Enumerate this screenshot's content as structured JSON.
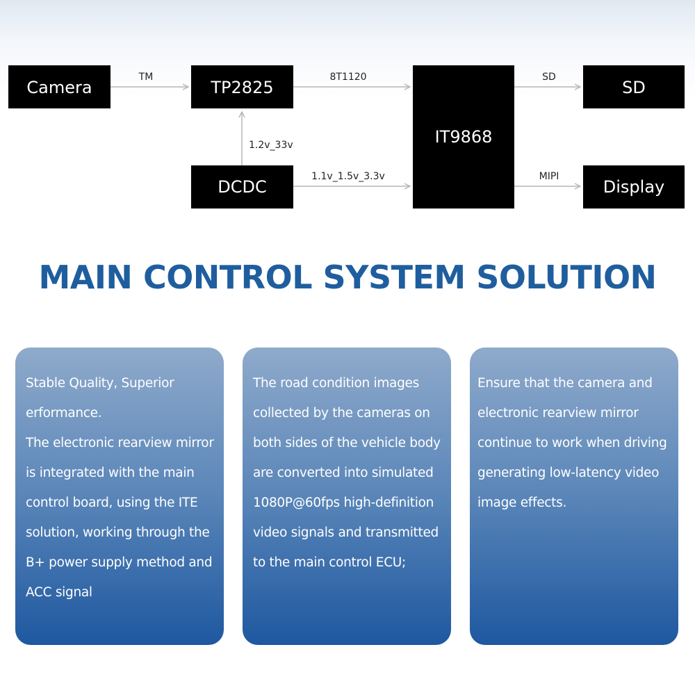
{
  "colors": {
    "title": "#1f5e9e",
    "node_fill": "#000000",
    "edge": "#b5b5b5",
    "card_top": "#8faacb",
    "card_bottom": "#1e58a0"
  },
  "diagram": {
    "nodes": [
      {
        "id": "camera",
        "label": "Camera"
      },
      {
        "id": "tp2825",
        "label": "TP2825"
      },
      {
        "id": "dcdc",
        "label": "DCDC"
      },
      {
        "id": "it9868",
        "label": "IT9868"
      },
      {
        "id": "sd",
        "label": "SD"
      },
      {
        "id": "display",
        "label": "Display"
      }
    ],
    "edges": [
      {
        "from": "camera",
        "to": "tp2825",
        "label": "TM"
      },
      {
        "from": "tp2825",
        "to": "it9868",
        "label": "8T1120"
      },
      {
        "from": "dcdc",
        "to": "tp2825",
        "label": "1.2v_33v"
      },
      {
        "from": "dcdc",
        "to": "it9868",
        "label": "1.1v_1.5v_3.3v"
      },
      {
        "from": "it9868",
        "to": "sd",
        "label": "SD"
      },
      {
        "from": "it9868",
        "to": "display",
        "label": "MIPI"
      }
    ]
  },
  "title": "MAIN CONTROL SYSTEM SOLUTION",
  "cards": [
    {
      "lines": [
        "Stable Quality, Superior",
        "erformance.",
        "The electronic rearview mirror",
        "is integrated with the main",
        "control board, using the ITE",
        "solution, working through the",
        "B+ power supply method and",
        "ACC signal"
      ]
    },
    {
      "lines": [
        "The road condition images",
        "collected by the cameras on",
        "both sides of the vehicle body",
        "are converted into simulated",
        "1080P@60fps high-definition",
        "video signals and transmitted",
        "to the main control ECU;"
      ]
    },
    {
      "lines": [
        "Ensure that the camera and",
        "electronic rearview mirror",
        "continue to work when driving",
        "generating low-latency video",
        "image effects."
      ]
    }
  ]
}
